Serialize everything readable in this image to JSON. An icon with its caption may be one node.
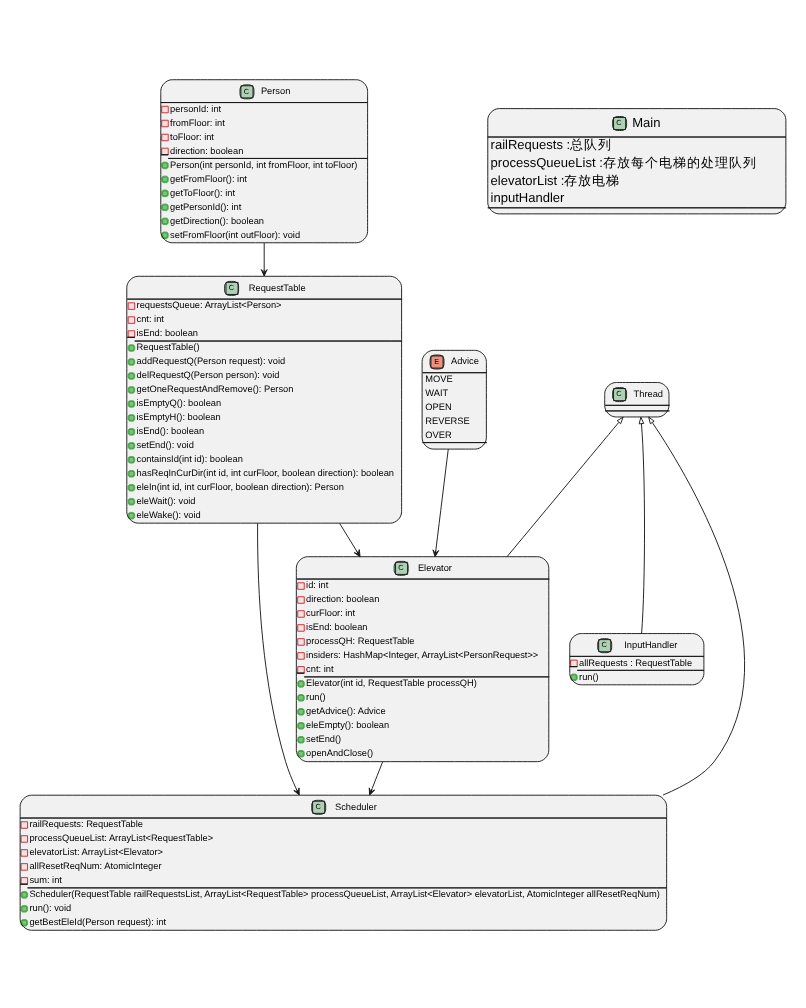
{
  "diagram": {
    "nodes": [
      {
        "text": [
          "C",
          "Person",
          "personId: int",
          "fromFloor: int",
          "toFloor: int",
          "direction: boolean",
          "Person(int personId, int fromFloor, int toFloor)",
          "getFromFloor(): int",
          "getToFloor(): int",
          "getPersonId(): int",
          "getDirection(): boolean",
          "setFromFloor(int outFloor): void"
        ]
      },
      {
        "text": [
          "C",
          "Main",
          "railRequests :总队列",
          "processQueueList :存放每个电梯的处理队列",
          "elevatorList :存放电梯",
          "inputHandler"
        ]
      },
      {
        "text": [
          "C",
          "RequestTable",
          "requestsQueue: ArrayList<Person>",
          "cnt: int",
          "isEnd: boolean",
          "RequestTable()",
          "addRequestQ(Person request): void",
          "delRequestQ(Person person): void",
          "getOneRequestAndRemove(): Person",
          "isEmptyQ(): boolean",
          "isEmptyH(): boolean",
          "isEnd(): boolean",
          "setEnd(): void",
          "containsId(int id): boolean",
          "hasReqInCurDir(int id, int curFloor, boolean direction): boolean",
          "eleIn(int id, int curFloor, boolean direction): Person",
          "eleWait(): void",
          "eleWake(): void"
        ]
      },
      {
        "text": [
          "E",
          "Advice",
          "MOVE",
          "WAIT",
          "OPEN",
          "REVERSE",
          "OVER"
        ]
      },
      {
        "text": [
          "C",
          "Thread"
        ]
      },
      {
        "text": [
          "C",
          "Elevator",
          "id: int",
          "direction: boolean",
          "curFloor: int",
          "isEnd: boolean",
          "processQH: RequestTable",
          "insiders: HashMap<Integer, ArrayList<PersonRequest>>",
          "cnt: int",
          "Elevator(int id, RequestTable processQH)",
          "run()",
          "getAdvice(): Advice",
          "eleEmpty(): boolean",
          "setEnd()",
          "openAndClose()"
        ]
      },
      {
        "text": [
          "C",
          "InputHandler",
          "allRequests : RequestTable",
          "run()"
        ]
      },
      {
        "text": [
          "C",
          "Scheduler",
          "railRequests: RequestTable",
          "processQueueList: ArrayList<RequestTable>",
          "elevatorList: ArrayList<Elevator>",
          "allResetReqNum: AtomicInteger",
          "sum: int",
          "Scheduler(RequestTable railRequestsList, ArrayList<RequestTable> processQueueList, ArrayList<Elevator> elevatorList, AtomicInteger allResetReqNum)",
          "run(): void",
          "getBestEleId(Person request): int"
        ]
      }
    ],
    "edges": [
      {
        "from": 0,
        "to": 2,
        "arrow": "to"
      },
      {
        "from": 2,
        "to": 5,
        "arrow": "to"
      },
      {
        "from": 2,
        "to": 7,
        "arrow": "to"
      },
      {
        "from": 3,
        "to": 5,
        "arrow": "to"
      },
      {
        "from": 5,
        "to": 4,
        "arrow": "to"
      },
      {
        "from": 6,
        "to": 4,
        "arrow": "to"
      },
      {
        "from": 7,
        "to": 4,
        "arrow": "to"
      },
      {
        "from": 5,
        "to": 7,
        "arrow": "to"
      }
    ]
  }
}
